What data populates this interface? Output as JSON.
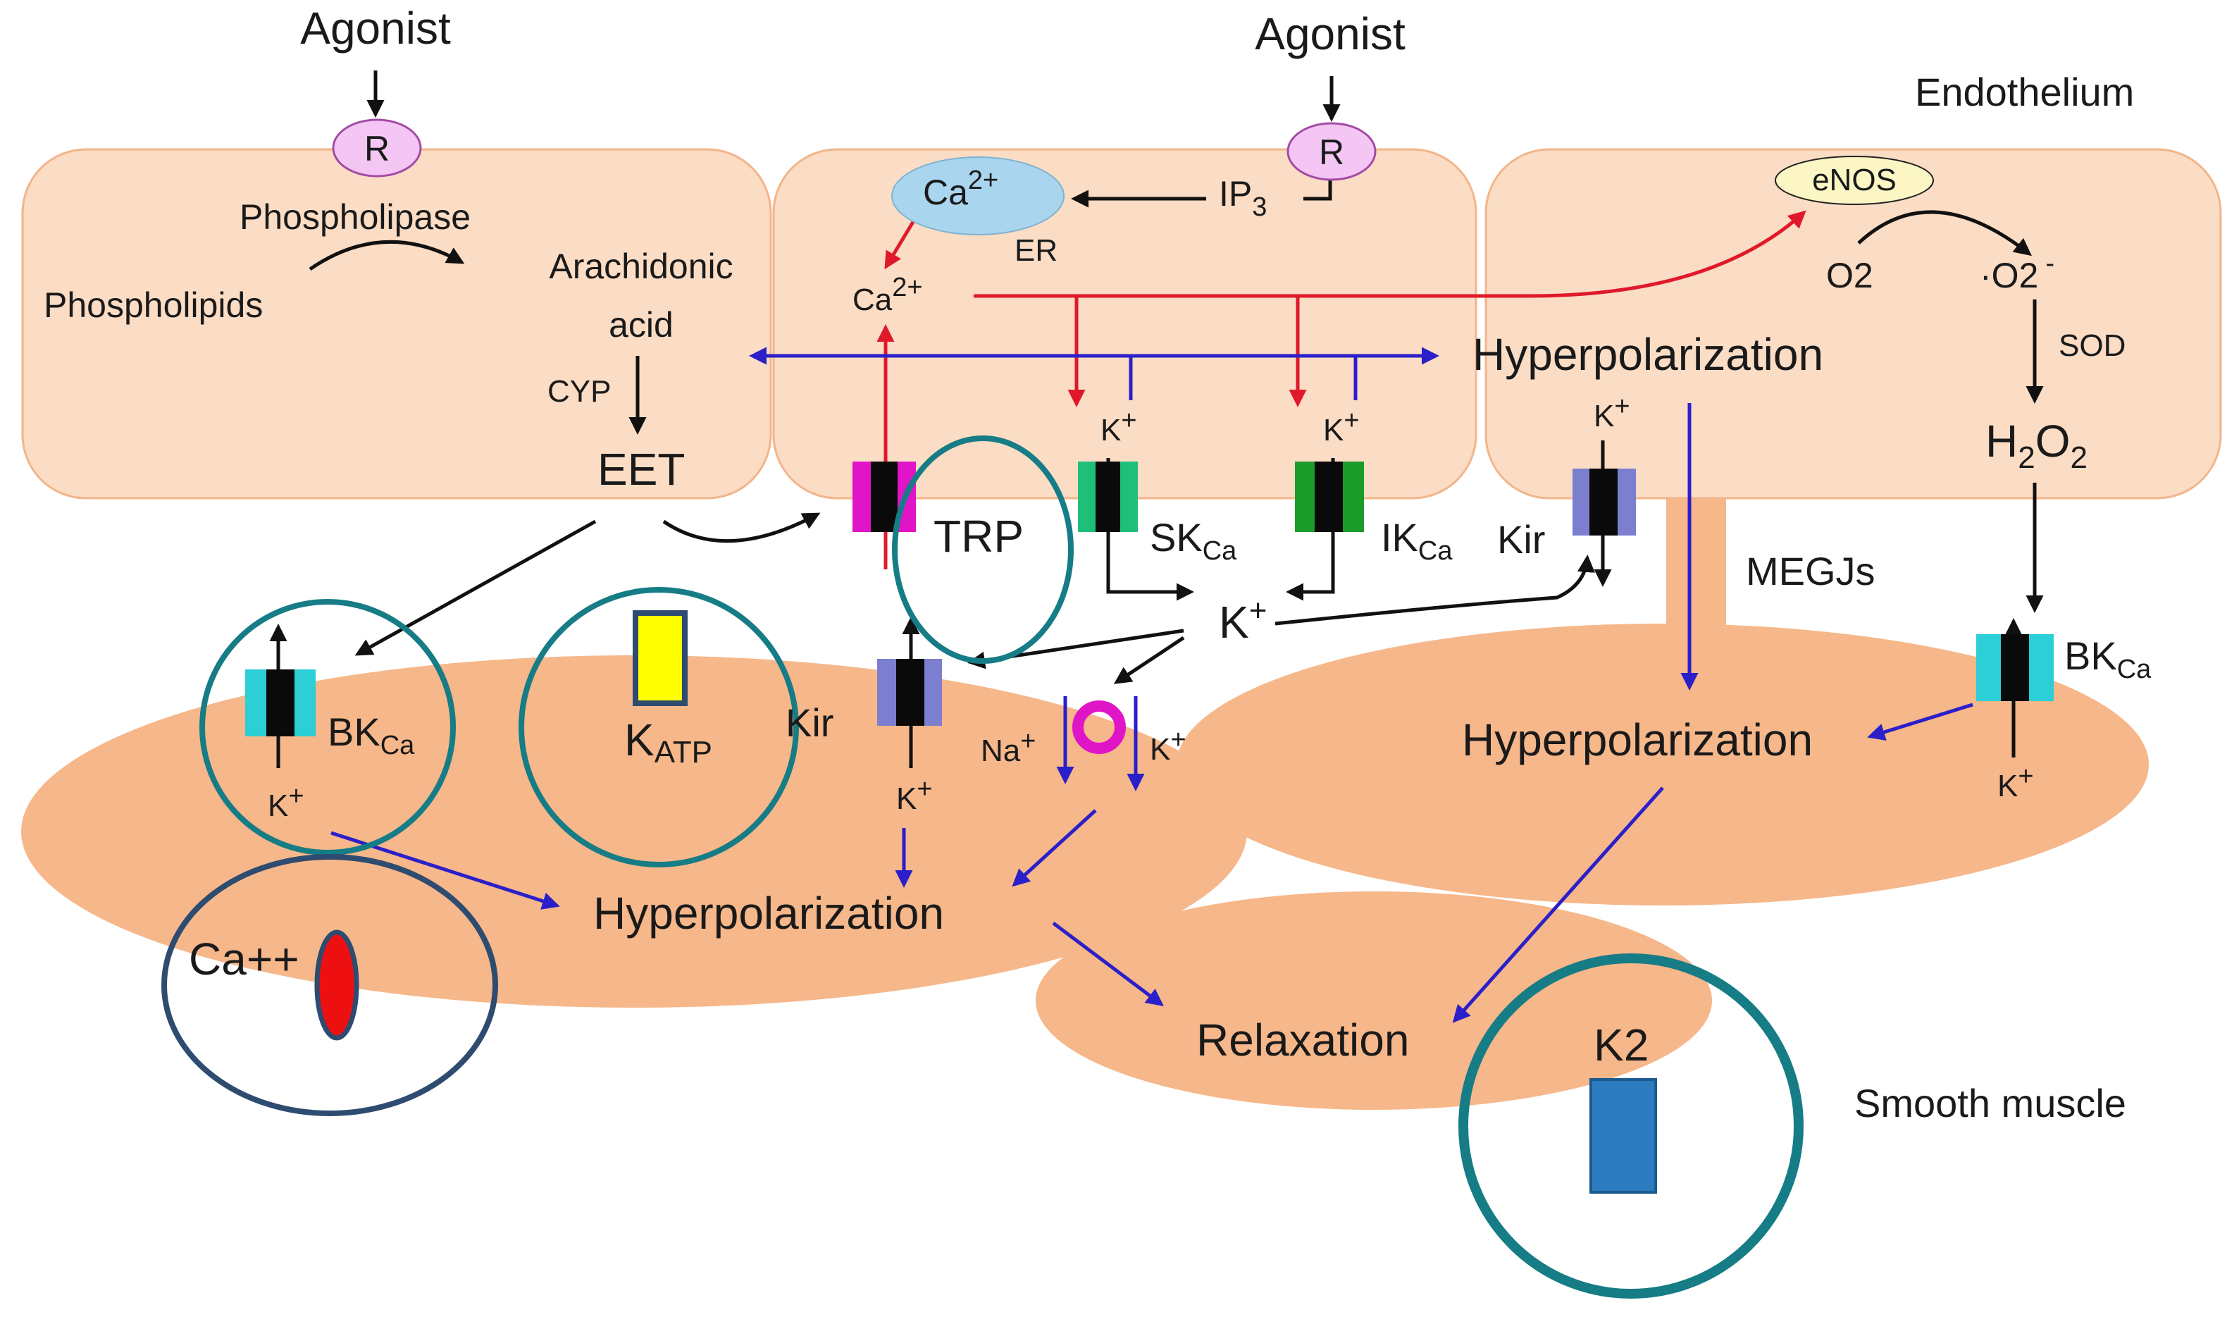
{
  "colors": {
    "endothelium_fill": "#fbdcc4",
    "endothelium_stroke": "#f2b58a",
    "smooth_muscle_fill": "#f6b78a",
    "teal_circle": "#167c86",
    "navy_circle": "#2e4b70",
    "red_arrow": "#e0192a",
    "blue_arrow": "#2b1fc9",
    "receptor_fill": "#f3c6f4",
    "er_fill": "#a9d5ee",
    "enos_fill": "#fbf6c4",
    "trp_color": "#e015c8",
    "sk_color": "#1fbf7a",
    "ik_color": "#1a9b2a",
    "kir_color": "#7c7fd0",
    "bk_color": "#2ccfd6",
    "katp_fill": "#ffff00",
    "k2_fill": "#2b7cc0",
    "ca_channel_fill": "#ee1010"
  },
  "labels": {
    "agonist_left": "Agonist",
    "agonist_right": "Agonist",
    "receptor_left": "R",
    "receptor_right": "R",
    "endothelium": "Endothelium",
    "smooth_muscle": "Smooth muscle",
    "phospholipase": "Phospholipase",
    "phospholipids": "Phospholipids",
    "arachidonic_1": "Arachidonic",
    "arachidonic_2": "acid",
    "cyp": "CYP",
    "eet": "EET",
    "ca_er": "Ca",
    "ca_er_sup": "2+",
    "er": "ER",
    "ip3": "IP",
    "ip3_sub": "3",
    "ca_cyto": "Ca",
    "ca_cyto_sup": "2+",
    "enos": "eNOS",
    "o2": "O2",
    "superoxide": "·O2",
    "superoxide_sup": "-",
    "sod": "SOD",
    "h2o2_h": "H",
    "h2o2_2a": "2",
    "h2o2_o": "O",
    "h2o2_2b": "2",
    "hyperpolarization_endo": "Hyperpolarization",
    "k_sk": "K",
    "k_sk_sup": "+",
    "k_ik": "K",
    "k_ik_sup": "+",
    "k_kir_endo": "K",
    "k_kir_endo_sup": "+",
    "trp": "TRP",
    "sk": "SK",
    "sk_sub": "Ca",
    "ik": "IK",
    "ik_sub": "Ca",
    "kir_endo": "Kir",
    "megjs": "MEGJs",
    "k_center": "K",
    "k_center_sup": "+",
    "bk_right": "BK",
    "bk_right_sub": "Ca",
    "k_bk_right": "K",
    "k_bk_right_sup": "+",
    "hyperpolarization_sm_right": "Hyperpolarization",
    "bk_left": "BK",
    "bk_left_sub": "Ca",
    "k_bk_left": "K",
    "k_bk_left_sup": "+",
    "katp": "K",
    "katp_sub": "ATP",
    "kir_sm": "Kir",
    "k_kir_sm": "K",
    "k_kir_sm_sup": "+",
    "na": "Na",
    "na_sup": "+",
    "k_pump": "K",
    "k_pump_sup": "+",
    "hyperpolarization_sm_left": "Hyperpolarization",
    "relaxation": "Relaxation",
    "ca_channel": "Ca++",
    "k2": "K2"
  }
}
